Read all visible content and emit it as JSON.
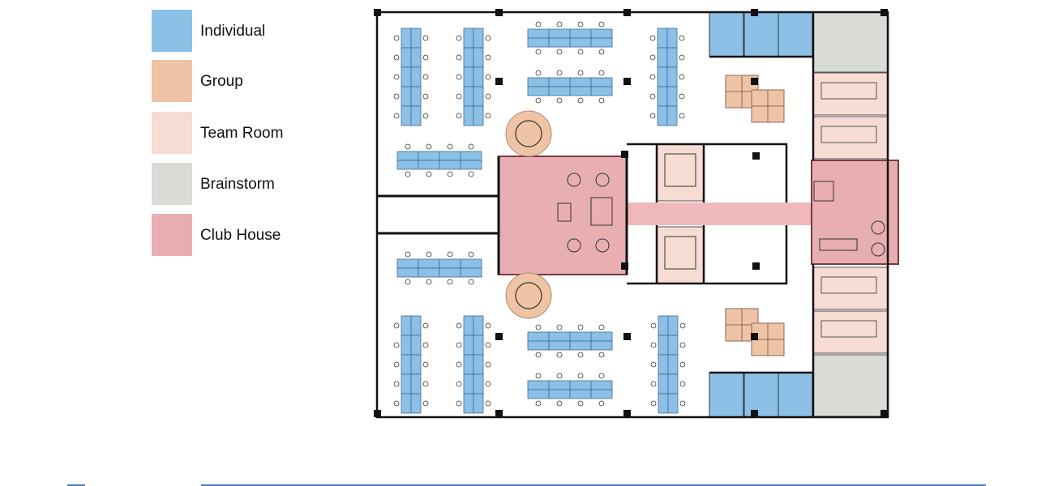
{
  "legend": [
    {
      "label": "Individual",
      "color": "#8cc0e6"
    },
    {
      "label": "Group",
      "color": "#efc3a5"
    },
    {
      "label": "Team Room",
      "color": "#f6dcd2"
    },
    {
      "label": "Brainstorm",
      "color": "#d9dbd6"
    },
    {
      "label": "Club House",
      "color": "#e8aeb2"
    }
  ],
  "colors": {
    "wall": "#111111",
    "desk_fill": "#8cc0e6",
    "desk_stroke": "#3e6d96",
    "club_fill": "#e8aeb2",
    "corridor_fill": "#efb8bb",
    "group_fill": "#efc3a5",
    "team_fill": "#f6dcd2",
    "brainstorm_fill": "#d9dbd6",
    "rule": "#4a7fbf"
  }
}
